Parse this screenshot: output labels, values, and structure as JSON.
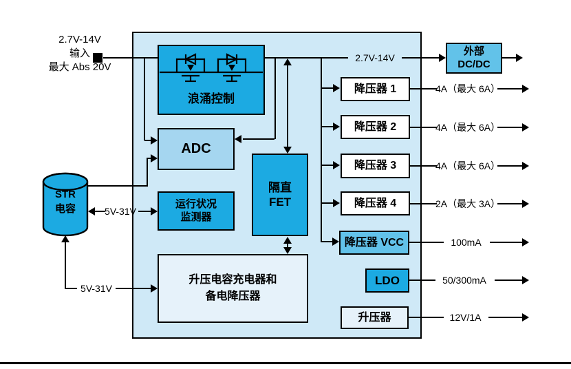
{
  "diagram": {
    "input": {
      "line1": "2.7V-14V",
      "line2": "输入",
      "line3": "最大 Abs 20V"
    },
    "capacitor": {
      "line1": "STR",
      "line2": "电容"
    },
    "labels": {
      "cap_mid": "5V-31V",
      "cap_bottom": "5V-31V",
      "top_rail": "2.7V-14V"
    },
    "blocks": {
      "surge": "浪涌控制",
      "adc": "ADC",
      "health_l1": "运行状况",
      "health_l2": "监测器",
      "fet_l1": "隔直",
      "fet_l2": "FET",
      "charger_l1": "升压电容充电器和",
      "charger_l2": "备电降压器",
      "buck1": "降压器 1",
      "buck2": "降压器 2",
      "buck3": "降压器 3",
      "buck4": "降压器 4",
      "buckvcc": "降压器 VCC",
      "ldo": "LDO",
      "boost": "升压器",
      "ext_l1": "外部",
      "ext_l2": "DC/DC"
    },
    "outputs": {
      "buck1": "4A（最大 6A）",
      "buck2": "4A（最大 6A）",
      "buck3": "4A（最大 6A）",
      "buck4": "2A（最大 3A）",
      "buckvcc": "100mA",
      "ldo": "50/300mA",
      "boost": "12V/1A"
    },
    "colors": {
      "container_fill": "#cfe9f7",
      "block_vivid_blue": "#1caae2",
      "block_light_blue": "#a5d6f0",
      "block_mid_blue": "#62c2e9",
      "block_pale_blue": "#e6f2fa",
      "block_white": "#ffffff",
      "line_black": "#000000"
    }
  }
}
